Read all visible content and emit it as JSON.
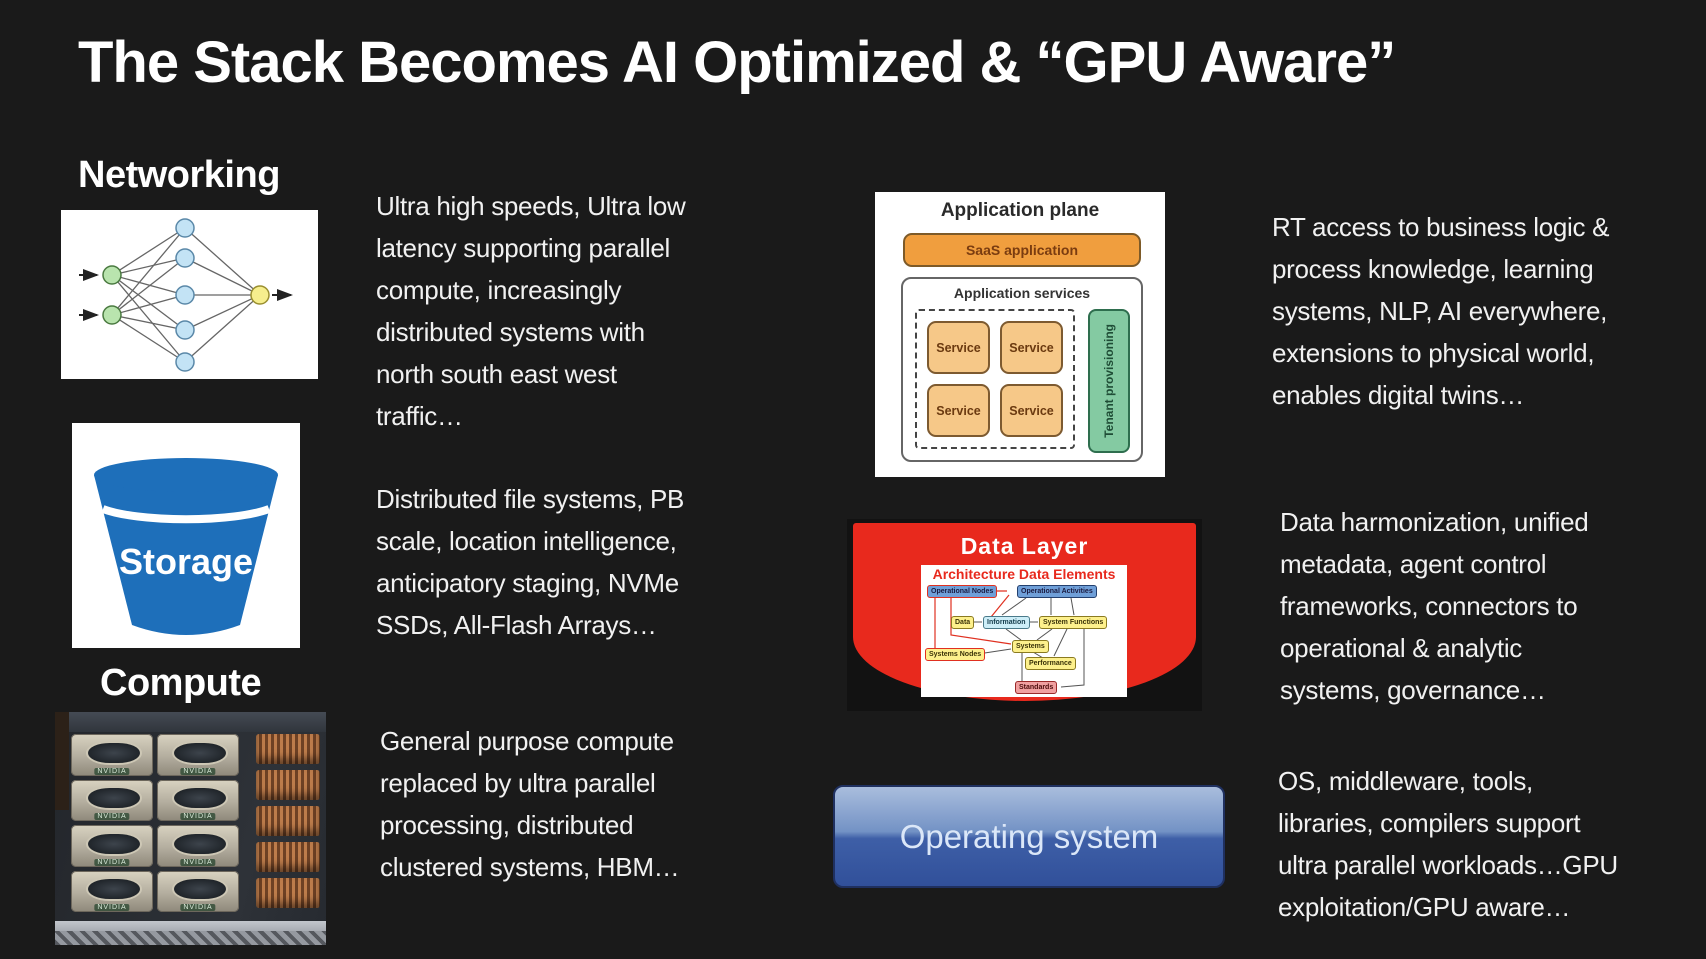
{
  "slide": {
    "title": "The Stack Becomes AI Optimized & “GPU Aware”",
    "background_color": "#1a1a1a"
  },
  "networking": {
    "heading": "Networking",
    "description": "Ultra high speeds, Ultra low\nlatency supporting parallel\ncompute, increasingly\ndistributed systems with\nnorth south east west\ntraffic…",
    "diagram_colors": {
      "input_node": "#b9e4ae",
      "hidden_node": "#c3e3f5",
      "output_node": "#f6ee8d"
    }
  },
  "storage": {
    "bucket_label": "Storage",
    "bucket_color": "#1e6fba",
    "description": "Distributed file systems, PB\nscale, location intelligence,\nanticipatory staging, NVMe\nSSDs, All-Flash Arrays…"
  },
  "compute": {
    "heading": "Compute",
    "chip_label": "NVIDIA",
    "description": "General purpose compute\nreplaced by ultra parallel\nprocessing, distributed\nclustered systems, HBM…"
  },
  "app_plane": {
    "title": "Application plane",
    "saas_label": "SaaS application",
    "services_title": "Application services",
    "services": [
      "Service",
      "Service",
      "Service",
      "Service"
    ],
    "tenant_label": "Tenant provisioning",
    "colors": {
      "saas": "#f09e3e",
      "service": "#f6c888",
      "tenant": "#84caa2"
    }
  },
  "app_text": "RT access to business logic &\nprocess knowledge, learning\nsystems, NLP, AI everywhere,\nextensions to physical world,\nenables digital twins…",
  "data_layer": {
    "title": "Data Layer",
    "subtitle": "Architecture Data Elements",
    "background_color": "#e8291d",
    "nodes": [
      "Operational Nodes",
      "Operational Activities",
      "Data",
      "Information",
      "System Functions",
      "Systems",
      "Systems Nodes",
      "Performance",
      "Standards"
    ]
  },
  "data_text": "Data harmonization, unified\nmetadata, agent control\nframeworks, connectors to\noperational & analytic\nsystems, governance…",
  "os": {
    "label": "Operating system",
    "button_color_top": "#a9bddd",
    "button_color_bottom": "#31509a"
  },
  "os_text": "OS, middleware, tools,\nlibraries, compilers support\nultra parallel workloads…GPU\nexploitation/GPU aware…"
}
